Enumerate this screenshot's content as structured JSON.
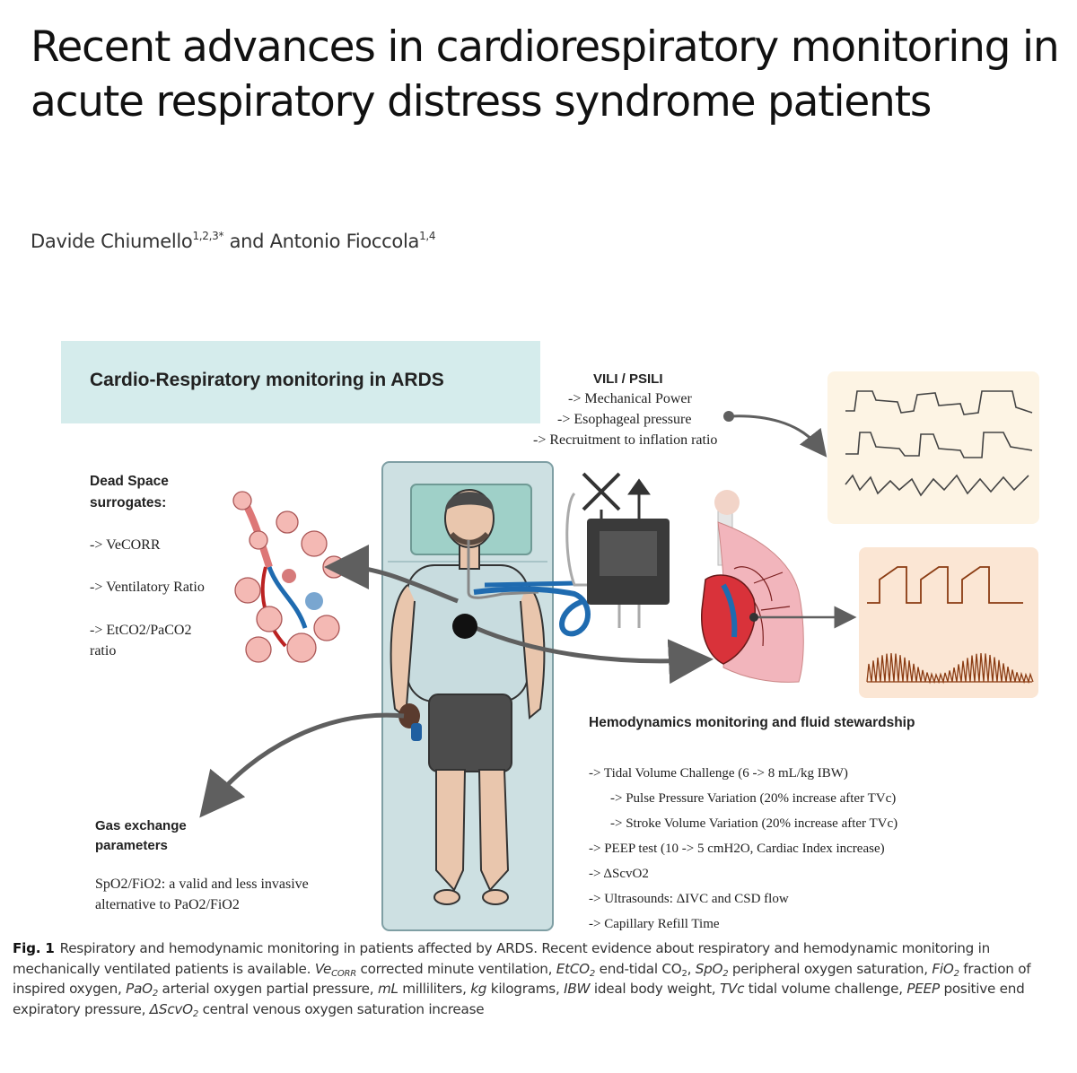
{
  "paper": {
    "title": "Recent advances in cardiorespiratory monitoring in acute respiratory distress syndrome patients",
    "authors": [
      {
        "name": "Davide Chiumello",
        "affiliations": "1,2,3*"
      },
      {
        "name": "Antonio Fioccola",
        "affiliations": "1,4"
      }
    ],
    "author_joiner": "and"
  },
  "figure": {
    "banner_title": "Cardio-Respiratory monitoring in ARDS",
    "vili": {
      "heading": "VILI / PSILI",
      "items": [
        "-> Mechanical Power",
        "-> Esophageal pressure",
        "-> Recruitment to inflation ratio"
      ]
    },
    "dead_space": {
      "heading_line1": "Dead Space",
      "heading_line2": "surrogates:",
      "items": [
        "-> VeCORR",
        "-> Ventilatory Ratio",
        "-> EtCO2/PaCO2",
        "ratio"
      ]
    },
    "hemodynamics": {
      "heading": "Hemodynamics monitoring and fluid stewardship",
      "items": [
        "-> Tidal Volume Challenge (6 -> 8 mL/kg IBW)",
        "-> Pulse Pressure Variation (20% increase after TVc)",
        "-> Stroke Volume Variation (20% increase after TVc)",
        "-> PEEP test (10 -> 5 cmH2O, Cardiac Index increase)",
        "-> ΔScvO2",
        "-> Ultrasounds: ΔIVC and CSD flow",
        "-> Capillary Refill Time"
      ]
    },
    "gas_exchange": {
      "heading_line1": "Gas exchange",
      "heading_line2": "parameters",
      "body_line1": "SpO2/FiO2: a valid and less invasive",
      "body_line2": "alternative to PaO2/FiO2"
    },
    "colors": {
      "banner": "#d5ecec",
      "bed": "#cde0e2",
      "wave_panel": "#fdf4e4",
      "wave_panel_2": "#fbe6d4",
      "arrow": "#5f5f5f",
      "lung": "#f2b5bc",
      "tube_blue": "#1f6bb0"
    },
    "icons": [
      "lung-alveoli-icon",
      "patient-icon",
      "ventilator-icon",
      "heart-lung-icon",
      "pulse-oximeter-icon"
    ]
  },
  "caption": {
    "label": "Fig. 1",
    "text": "Respiratory and hemodynamic monitoring in patients affected by ARDS. Recent evidence about respiratory and hemodynamic monitoring in mechanically ventilated patients is available.",
    "abbreviations": [
      {
        "abbr": "Ve",
        "sub": "CORR",
        "def": "corrected minute ventilation"
      },
      {
        "abbr": "EtCO",
        "sub": "2",
        "def": "end-tidal CO",
        "def_sub": "2"
      },
      {
        "abbr": "SpO",
        "sub": "2",
        "def": "peripheral oxygen saturation"
      },
      {
        "abbr": "FiO",
        "sub": "2",
        "def": "fraction of inspired oxygen"
      },
      {
        "abbr": "PaO",
        "sub": "2",
        "def": "arterial oxygen partial pressure"
      },
      {
        "abbr": "mL",
        "sub": "",
        "def": "milliliters"
      },
      {
        "abbr": "kg",
        "sub": "",
        "def": "kilograms"
      },
      {
        "abbr": "IBW",
        "sub": "",
        "def": "ideal body weight"
      },
      {
        "abbr": "TVc",
        "sub": "",
        "def": "tidal volume challenge"
      },
      {
        "abbr": "PEEP",
        "sub": "",
        "def": "positive end expiratory pressure"
      },
      {
        "abbr": "ΔScvO",
        "sub": "2",
        "def": "central venous oxygen saturation increase"
      }
    ]
  }
}
